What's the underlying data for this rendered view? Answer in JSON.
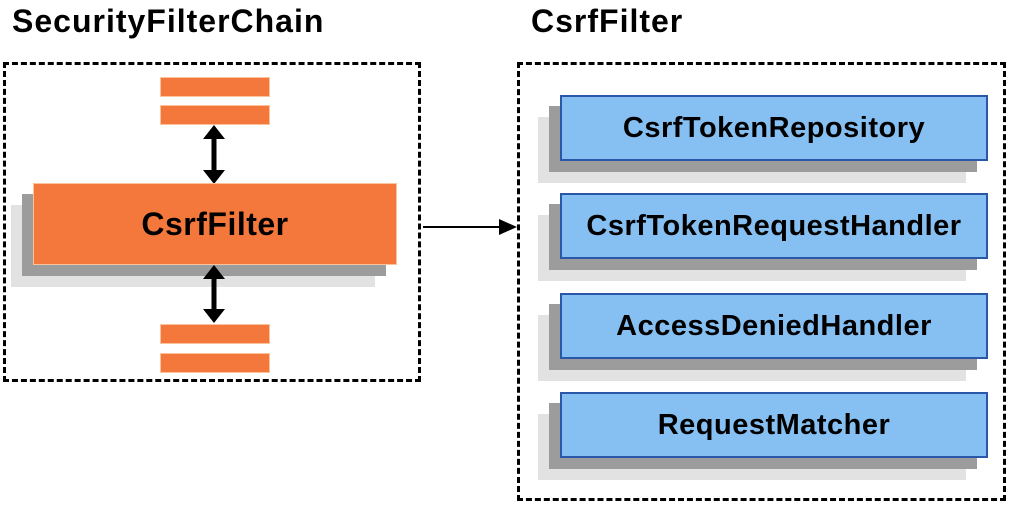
{
  "left_panel": {
    "title": "SecurityFilterChain",
    "filter_label": "CsrfFilter"
  },
  "right_panel": {
    "title": "CsrfFilter",
    "components": [
      "CsrfTokenRepository",
      "CsrfTokenRequestHandler",
      "AccessDeniedHandler",
      "RequestMatcher"
    ]
  },
  "colors": {
    "orange_fill": "#F4783C",
    "orange_highlight_border": "#F9C49C",
    "blue_fill": "#86BFF2",
    "blue_border": "#2B57A8",
    "shadow_dark": "#9C9C9C",
    "shadow_light": "#E2E2E2",
    "dashed_border": "#000000",
    "text": "#000000",
    "background": "#FFFFFF"
  },
  "icons": {
    "vertical_link": "double-headed vertical arrow",
    "flow_arrow": "right-pointing arrow"
  }
}
